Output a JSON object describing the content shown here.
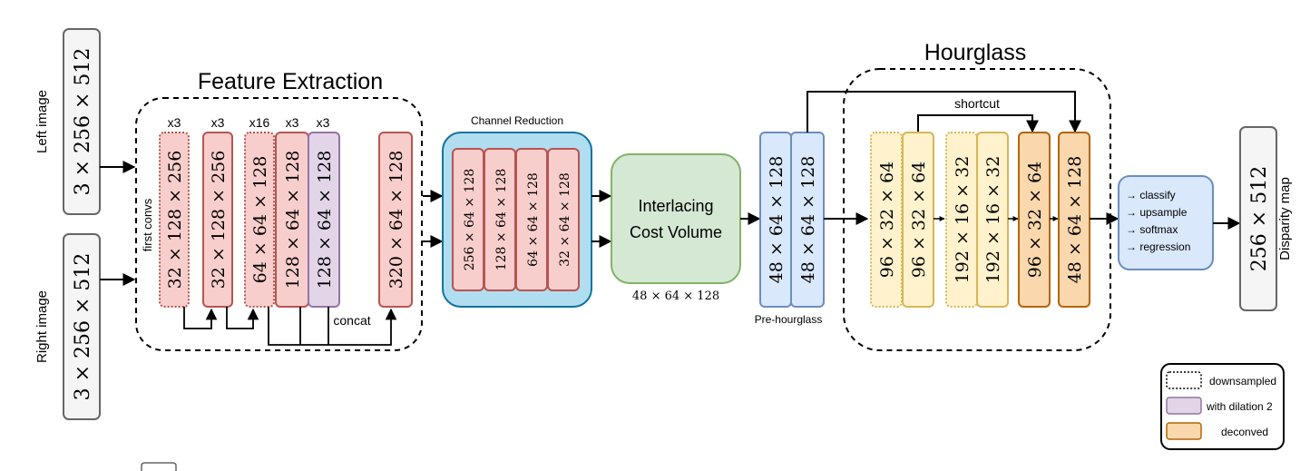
{
  "inputs": {
    "left_label": "Left image",
    "left_dims": "3 × 256 × 512",
    "right_label": "Right image",
    "right_dims": "3 × 256 × 512"
  },
  "feature_extraction": {
    "title": "Feature Extraction",
    "first_convs": "first convs",
    "concat": "concat",
    "blocks": [
      {
        "rep": "x3",
        "dims": "32 × 128 × 256",
        "style": "downsampled"
      },
      {
        "rep": "x3",
        "dims": "32 × 128 × 256",
        "style": "normal"
      },
      {
        "rep": "x16",
        "dims": "64 × 64 × 128",
        "style": "downsampled"
      },
      {
        "rep": "x3",
        "dims": "128 × 64 × 128",
        "style": "normal"
      },
      {
        "rep": "x3",
        "dims": "128 × 64 × 128",
        "style": "dilation"
      },
      {
        "rep": "",
        "dims": "320 × 64 × 128",
        "style": "normal"
      }
    ]
  },
  "channel_reduction": {
    "title": "Channel Reduction",
    "blocks": [
      "256 × 64 × 128",
      "128 × 64 × 128",
      "64 × 64 × 128",
      "32 × 64 × 128"
    ]
  },
  "cost_volume": {
    "line1": "Interlacing",
    "line2": "Cost Volume",
    "dims": "48 × 64 × 128"
  },
  "pre_hourglass": {
    "label": "Pre-hourglass",
    "blocks": [
      "48 × 64 × 128",
      "48 × 64 × 128"
    ]
  },
  "hourglass": {
    "title": "Hourglass",
    "shortcut": "shortcut",
    "blocks": [
      {
        "dims": "96 × 32 × 64",
        "style": "down"
      },
      {
        "dims": "96 × 32 × 64",
        "style": "yellow"
      },
      {
        "dims": "192 × 16 × 32",
        "style": "down"
      },
      {
        "dims": "192 × 16 × 32",
        "style": "yellow"
      },
      {
        "dims": "96 × 32 × 64",
        "style": "deconv"
      },
      {
        "dims": "48 × 64 × 128",
        "style": "deconv"
      }
    ]
  },
  "head": {
    "items": [
      "→ classify",
      "→ upsample",
      "→ softmax",
      "→ regression"
    ]
  },
  "output": {
    "dims": "256 × 512",
    "label": "Disparity map"
  },
  "legend": {
    "items": [
      "downsampled",
      "with dilation 2",
      "deconved"
    ]
  },
  "colors": {
    "red_fill": "#f8cecc",
    "red_stroke": "#b85450",
    "purple_fill": "#e1d5e7",
    "purple_stroke": "#9673a6",
    "teal_fill": "#b1ddf0",
    "teal_stroke": "#10739e",
    "green_fill": "#d5e8d4",
    "green_stroke": "#82b366",
    "blue_fill": "#dae8fc",
    "blue_stroke": "#6c8ebf",
    "yellow_fill": "#fff2cc",
    "yellow_stroke": "#d6b656",
    "orange_fill": "#fad7ac",
    "orange_stroke": "#b46504",
    "gray_fill": "#f5f5f5",
    "gray_stroke": "#666666"
  }
}
